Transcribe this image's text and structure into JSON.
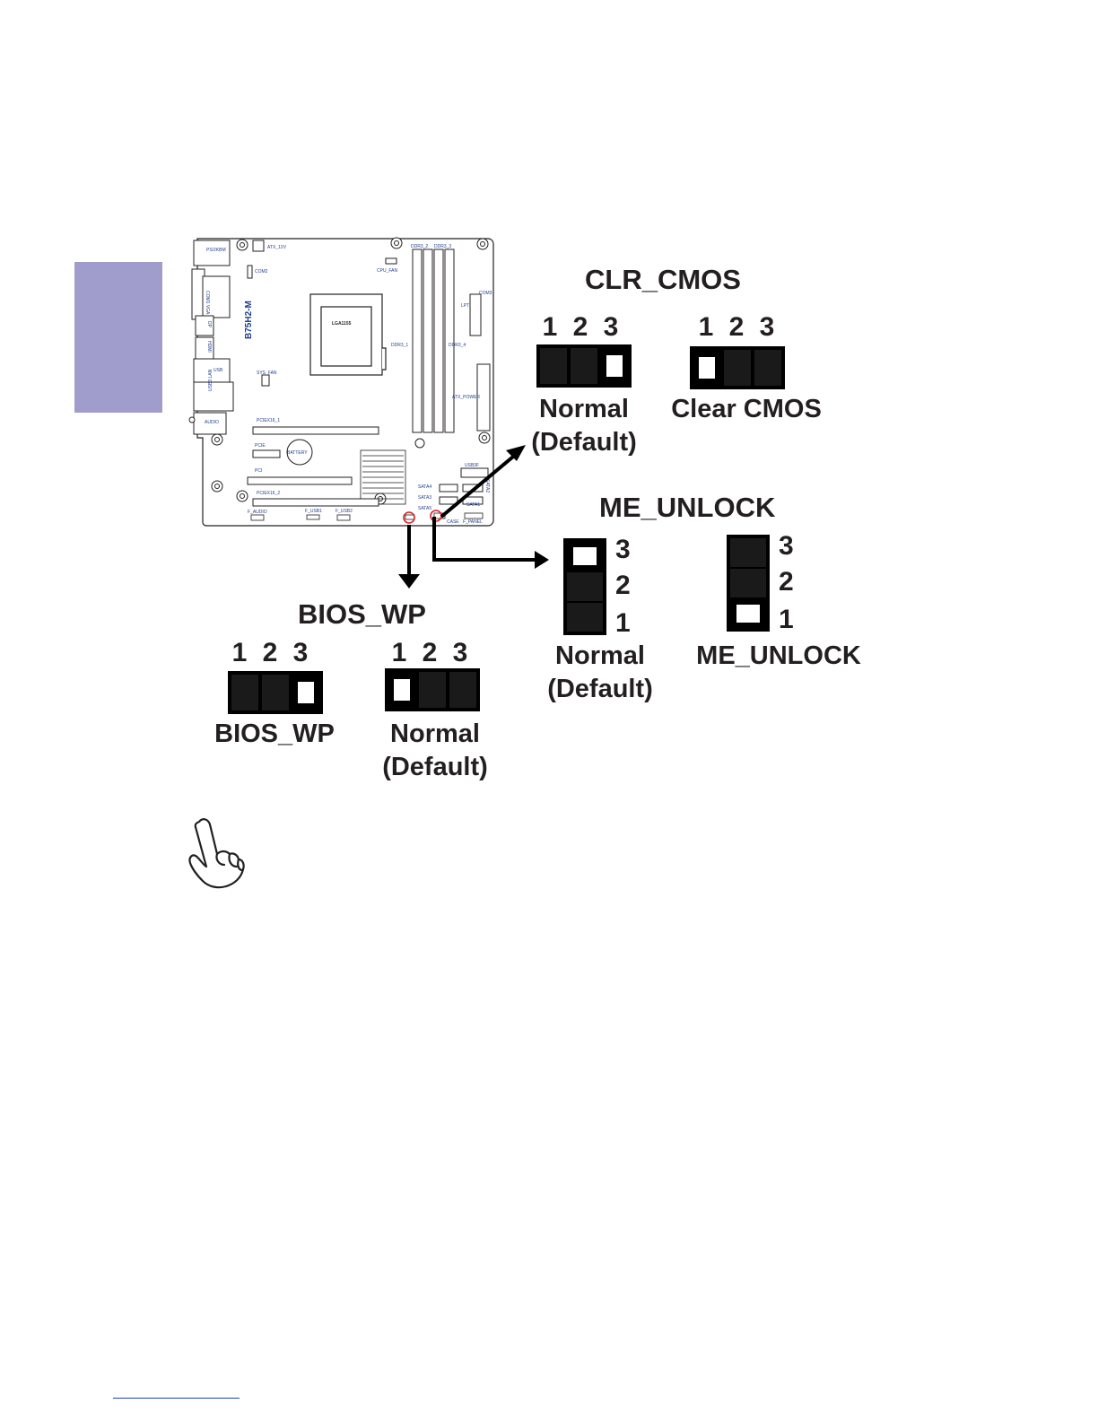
{
  "clr_cmos": {
    "title": "CLR_CMOS",
    "pin_numbers": [
      "1",
      "2",
      "3"
    ],
    "normal": {
      "line1": "Normal",
      "line2": "(Default)",
      "shunted_pins": [
        1,
        2
      ]
    },
    "clear": {
      "label": "Clear CMOS",
      "shunted_pins": [
        2,
        3
      ]
    }
  },
  "me_unlock": {
    "title": "ME_UNLOCK",
    "pin_numbers": [
      "3",
      "2",
      "1"
    ],
    "normal": {
      "line1": "Normal",
      "line2": "(Default)",
      "shunted_pins": [
        1,
        2
      ]
    },
    "unlock": {
      "label": "ME_UNLOCK",
      "shunted_pins": [
        2,
        3
      ]
    }
  },
  "bios_wp": {
    "title": "BIOS_WP",
    "pin_numbers": [
      "1",
      "2",
      "3"
    ],
    "protect": {
      "label": "BIOS_WP",
      "shunted_pins": [
        1,
        2
      ]
    },
    "normal": {
      "line1": "Normal",
      "line2": "(Default)",
      "shunted_pins": [
        2,
        3
      ]
    }
  },
  "board": {
    "model": "B75H2-M",
    "ps2": "PS/2KBM",
    "atx12v": "ATX_12V",
    "com2": "COM2",
    "com1": "COM1 VGA",
    "dp": "DP",
    "hdmi": "HDMI",
    "usb": "USB",
    "usb_lan": "USB3 LAN",
    "audio": "AUDIO",
    "sys_fan": "SYS_FAN",
    "cpu_fan": "CPU_FAN",
    "socket": "LGA1155",
    "ddr3_1": "DDR3_1",
    "ddr3_2": "DDR3_2",
    "ddr3_3": "DDR3_3",
    "ddr3_4": "DDR3_4",
    "lpt": "LPT",
    "com3": "COM3",
    "atx_power": "ATX_POWER",
    "pciex16_1": "PCIEX16_1",
    "pcie": "PCIE",
    "battery": "BATTERY",
    "pci": "PCI",
    "pciex16_2": "PCIEX16_2",
    "usb3f": "USB3F",
    "sata4": "SATA4",
    "sata3": "SATA3",
    "sata_misc": "SATA5",
    "sata2": "SATA2",
    "sata1": "SATA1",
    "f_audio": "F_AUDIO",
    "f_usb1": "F_USB1",
    "f_usb2": "F_USB2",
    "case": "CASE",
    "f_panel": "F_PANEL"
  },
  "colors": {
    "side_tab": "#a09ccc",
    "board_text": "#1f3f8f",
    "highlight": "#d9232a",
    "footer_rule": "#1e40c8"
  },
  "icons": {
    "note": "pointing-hand-icon"
  }
}
